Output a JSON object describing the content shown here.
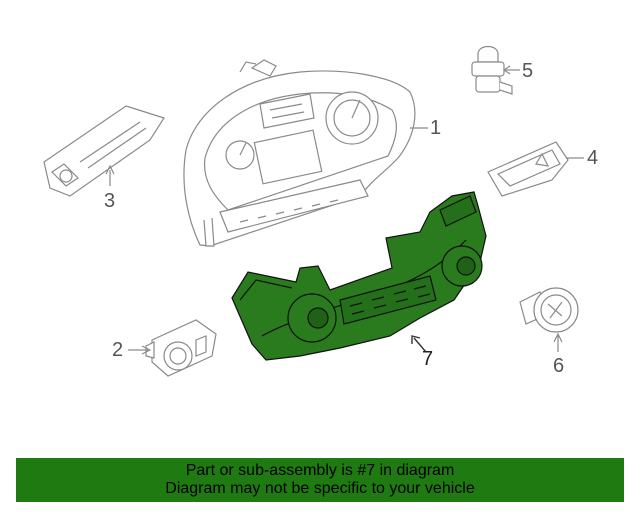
{
  "callouts": {
    "c1": "1",
    "c2": "2",
    "c3": "3",
    "c4": "4",
    "c5": "5",
    "c6": "6",
    "c7": "7"
  },
  "banner": {
    "line1": "Part or sub-assembly is #7 in diagram",
    "line2": "Diagram may not be specific to your vehicle"
  },
  "colors": {
    "highlight_fill": "#2a7a1e",
    "banner_bg": "#1f7a12",
    "line_art": "#8a8a8a"
  }
}
